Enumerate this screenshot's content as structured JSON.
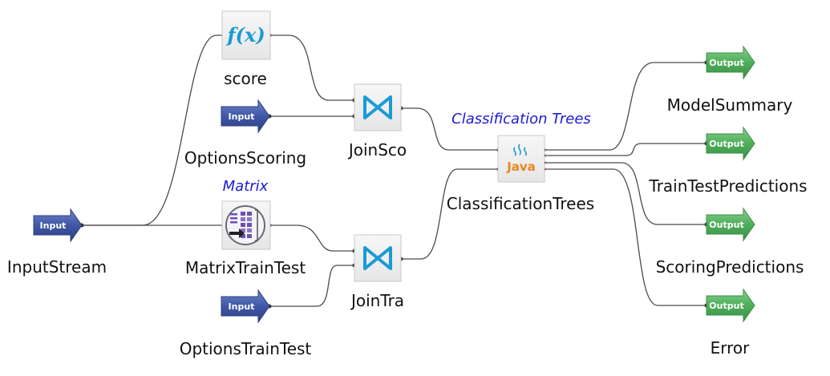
{
  "nodes": {
    "input_stream": {
      "label": "InputStream",
      "badge": "Input"
    },
    "options_scoring": {
      "label": "OptionsScoring",
      "badge": "Input"
    },
    "options_train_test": {
      "label": "OptionsTrainTest",
      "badge": "Input"
    },
    "score": {
      "label": "score",
      "icon": "function-icon",
      "glyph": "f(x)"
    },
    "matrix_train_test": {
      "label": "MatrixTrainTest",
      "annotation": "Matrix",
      "icon": "matrix-icon"
    },
    "join_sco": {
      "label": "JoinSco",
      "icon": "join-icon"
    },
    "join_tra": {
      "label": "JoinTra",
      "icon": "join-icon"
    },
    "classification_trees": {
      "label": "ClassificationTrees",
      "annotation": "Classification Trees",
      "icon": "java-icon",
      "glyph": "Java"
    },
    "model_summary": {
      "label": "ModelSummary",
      "badge": "Output"
    },
    "train_test_predictions": {
      "label": "TrainTestPredictions",
      "badge": "Output"
    },
    "scoring_predictions": {
      "label": "ScoringPredictions",
      "badge": "Output"
    },
    "error": {
      "label": "Error",
      "badge": "Output"
    }
  },
  "colors": {
    "input_arrow": "#3f57a6",
    "output_arrow": "#4fae5a",
    "annotation": "#1a1ad6",
    "connector": "#4a4a4a",
    "error_port": "#b01818"
  }
}
